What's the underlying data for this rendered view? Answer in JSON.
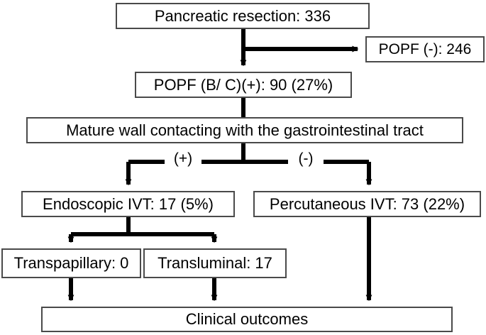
{
  "diagram": {
    "title": "Pancreatic resection POPF management flowchart",
    "nodes": {
      "pancreatic_resection": "Pancreatic resection: 336",
      "popf_negative": "POPF (-): 246",
      "popf_positive": "POPF (B/ C)(+): 90 (27%)",
      "mature_wall": "Mature wall contacting with the gastrointestinal tract",
      "endoscopic_ivt": "Endoscopic IVT: 17 (5%)",
      "percutaneous_ivt": "Percutaneous IVT: 73 (22%)",
      "transpapillary": "Transpapillary: 0",
      "transluminal": "Transluminal: 17",
      "clinical_outcomes": "Clinical outcomes"
    },
    "edge_labels": {
      "mature_wall_positive": "(+)",
      "mature_wall_negative": "(-)"
    },
    "colors": {
      "box_border": "#4a4a4a",
      "connector": "#000000",
      "text": "#000000",
      "background": "#ffffff"
    }
  }
}
